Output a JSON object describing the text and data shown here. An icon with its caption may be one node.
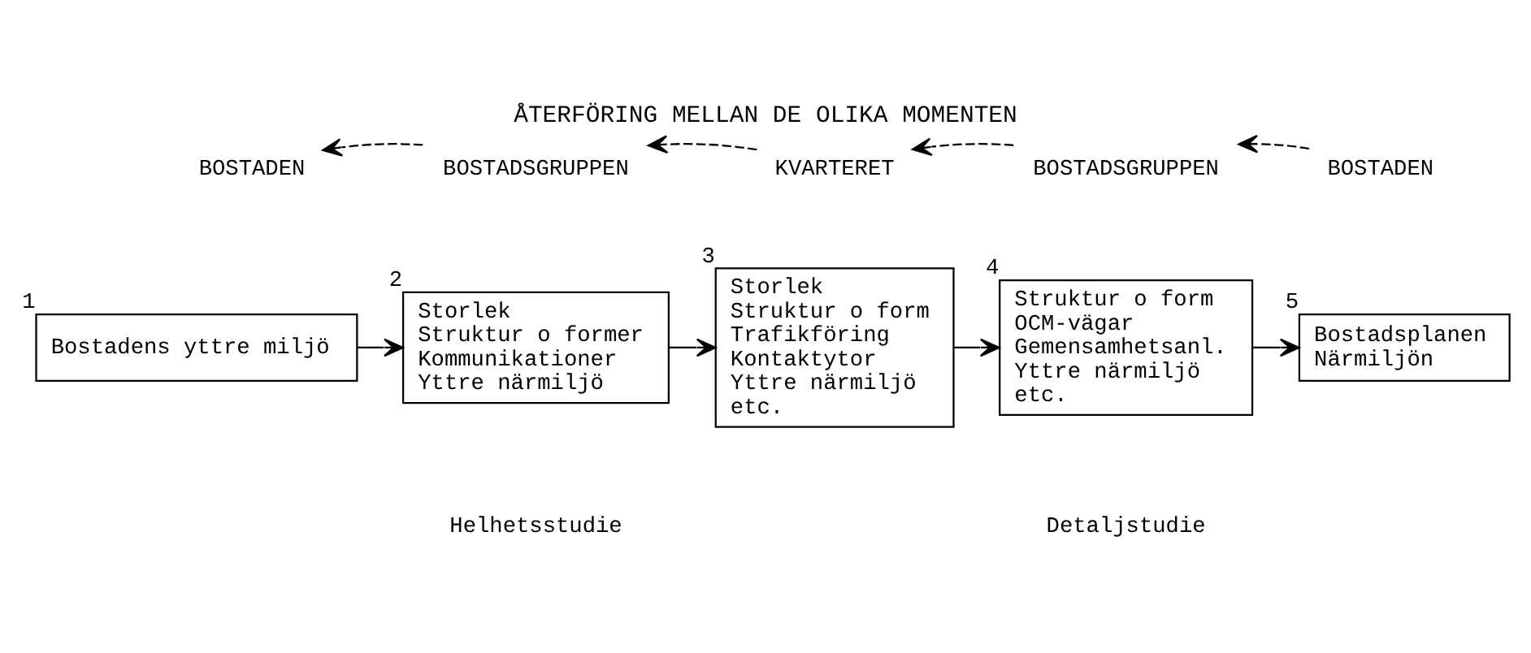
{
  "diagram": {
    "title": "ÅTERFÖRING MELLAN DE OLIKA MOMENTEN",
    "nodes": [
      {
        "text": [
          "BOSTADEN"
        ]
      },
      {
        "text": [
          "BOSTADSGRUPPEN"
        ]
      },
      {
        "text": [
          "KVARTERET"
        ]
      },
      {
        "text": [
          "BOSTADSGRUPPEN"
        ]
      },
      {
        "text": [
          "BOSTADEN"
        ]
      },
      {
        "text": [
          "Bostadens yttre miljö"
        ],
        "beside": [
          "1"
        ]
      },
      {
        "text": [
          "Storlek",
          "Struktur o former",
          "Kommunikationer",
          "Yttre närmiljö"
        ],
        "beside": [
          "2"
        ]
      },
      {
        "text": [
          "Storlek",
          "Struktur o form",
          "Trafikföring",
          "Kontaktytor",
          "Yttre närmiljö",
          "etc."
        ],
        "beside": [
          "3"
        ]
      },
      {
        "text": [
          "Struktur o form",
          "OCM-vägar",
          "Gemensamhetsanl.",
          "Yttre närmiljö",
          "etc."
        ],
        "beside": [
          "4"
        ]
      },
      {
        "text": [
          "Bostadsplanen",
          "Närmiljön"
        ],
        "beside": [
          "5"
        ]
      }
    ],
    "edges": [
      {
        "from": 1,
        "to": 0,
        "arrow": "to",
        "style": "dashed"
      },
      {
        "from": 2,
        "to": 1,
        "arrow": "to",
        "style": "dashed"
      },
      {
        "from": 3,
        "to": 2,
        "arrow": "to",
        "style": "dashed"
      },
      {
        "from": 4,
        "to": 3,
        "arrow": "to",
        "style": "dashed"
      },
      {
        "from": 5,
        "to": 6,
        "arrow": "to"
      },
      {
        "from": 6,
        "to": 7,
        "arrow": "to"
      },
      {
        "from": 7,
        "to": 8,
        "arrow": "to"
      },
      {
        "from": 8,
        "to": 9,
        "arrow": "to"
      }
    ],
    "labels": [
      "Helhetsstudie",
      "Detaljstudie"
    ]
  }
}
